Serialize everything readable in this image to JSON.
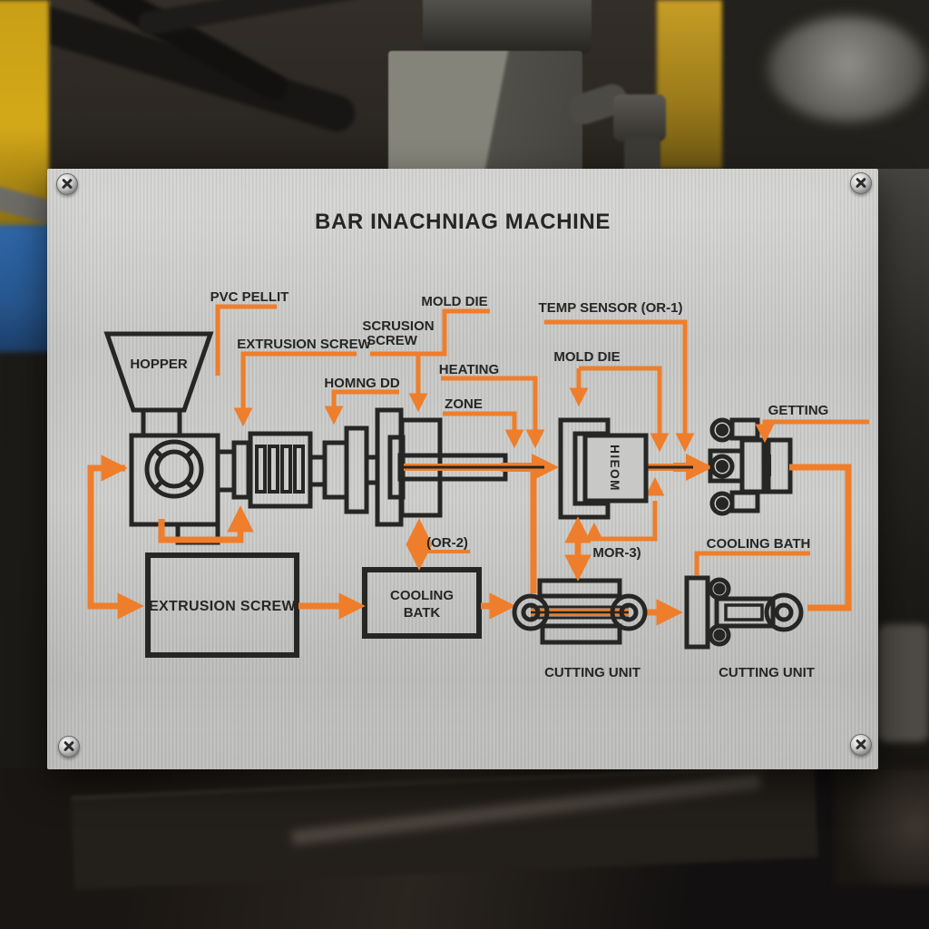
{
  "plate": {
    "title": "BAR INACHNIAG MACHINE"
  },
  "labels": {
    "pvc_pellet": "PVC PELLIT",
    "hopper": "HOPPER",
    "extrusion_screw": "EXTRUSION SCREW",
    "scrusion_line1": "SCRUSION",
    "scrusion_line2": "SCREW",
    "mold_die_top": "MOLD DIE",
    "homng_dd": "HOMNG DD",
    "heating": "HEATING",
    "zone": "ZONE",
    "mold_die_right": "MOLD DIE",
    "temp_sensor": "TEMP SENSOR (OR-1)",
    "getting": "GETTING",
    "die_vertical": "HIEOM",
    "or_2": "(OR-2)",
    "extrusion_screw_box": "EXTRUSION SCREW",
    "cooling_batk_line1": "COOLING",
    "cooling_batk_line2": "BATK",
    "mor_3": "MOR-3)",
    "cooling_bath": "COOLING BATH",
    "cutting_unit_left": "CUTTING UNIT",
    "cutting_unit_right": "CUTTING UNIT"
  },
  "colors": {
    "accent_orange": "#ee7e2b",
    "line_dark": "#262624",
    "plate_light": "#c9c9c7"
  }
}
